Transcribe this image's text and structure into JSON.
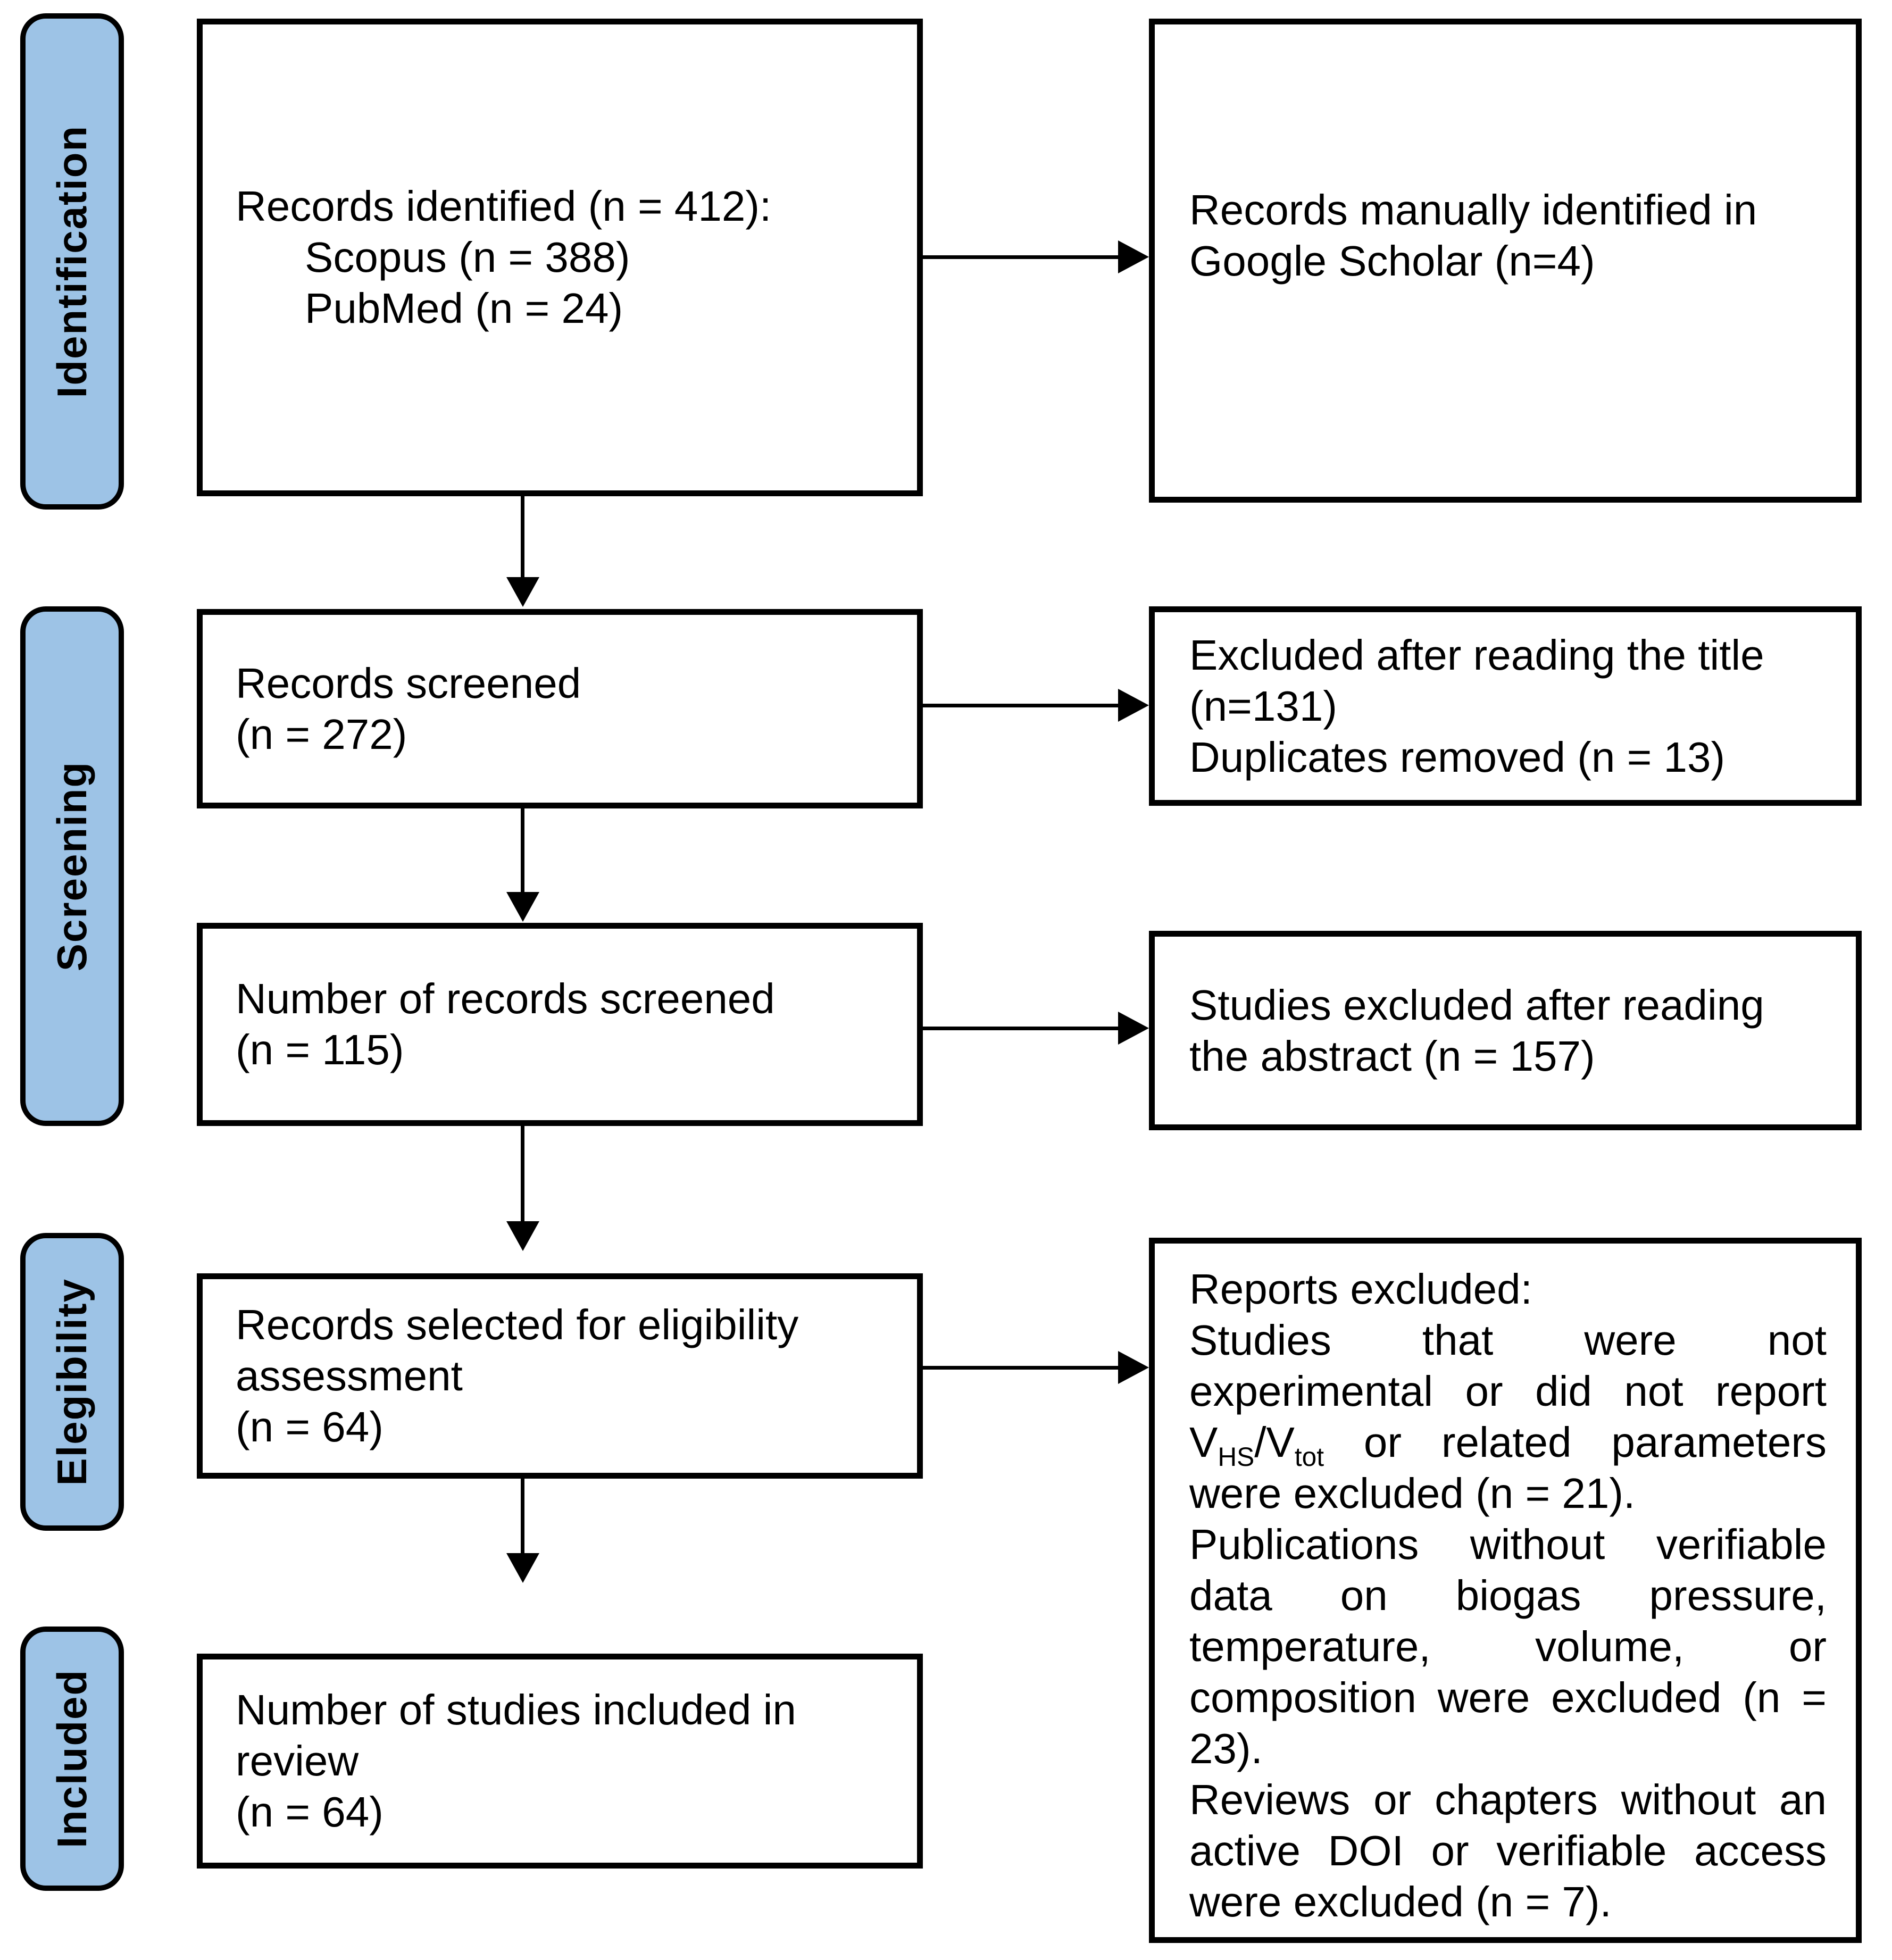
{
  "colors": {
    "stage_fill": "#9DC3E6",
    "border": "#000000",
    "text": "#000000",
    "background": "#FFFFFF"
  },
  "stages": [
    {
      "label": "Identification"
    },
    {
      "label": "Screening"
    },
    {
      "label": "Elegibility"
    },
    {
      "label": "Included"
    }
  ],
  "flow_boxes": {
    "identified": {
      "lines": [
        "Records identified (n = 412):",
        "Scopus (n = 388)",
        "PubMed (n = 24)"
      ]
    },
    "screened": {
      "lines": [
        "Records screened",
        "(n = 272)"
      ]
    },
    "screened_count": {
      "lines": [
        "Number of records screened",
        "(n = 115)"
      ]
    },
    "eligibility": {
      "lines": [
        "Records selected for eligibility",
        "assessment",
        "(n = 64)"
      ]
    },
    "included": {
      "lines": [
        "Number of studies included in",
        "review",
        "(n = 64)"
      ]
    }
  },
  "side_boxes": {
    "manual": {
      "lines": [
        "Records manually identified in",
        "Google Scholar (n=4)"
      ]
    },
    "title_excluded": {
      "lines": [
        "Excluded after reading the title",
        "(n=131)",
        "Duplicates removed (n = 13)"
      ]
    },
    "abstract_excluded": {
      "lines": [
        "Studies excluded after reading",
        "the abstract (n = 157)"
      ]
    },
    "reports_excluded": {
      "heading": "Reports excluded:",
      "p1_a": "Studies that were not experimental or did not report V",
      "p1_sub1": "HS",
      "p1_b": "/V",
      "p1_sub2": "tot",
      "p1_c": " or related parameters were excluded (n = 21).",
      "p2": "Publications without verifiable data on biogas pressure, temperature, volume, or composition were excluded (n = 23).",
      "p3": "Reviews or chapters without an active DOI or verifiable access were excluded (n = 7)."
    }
  }
}
